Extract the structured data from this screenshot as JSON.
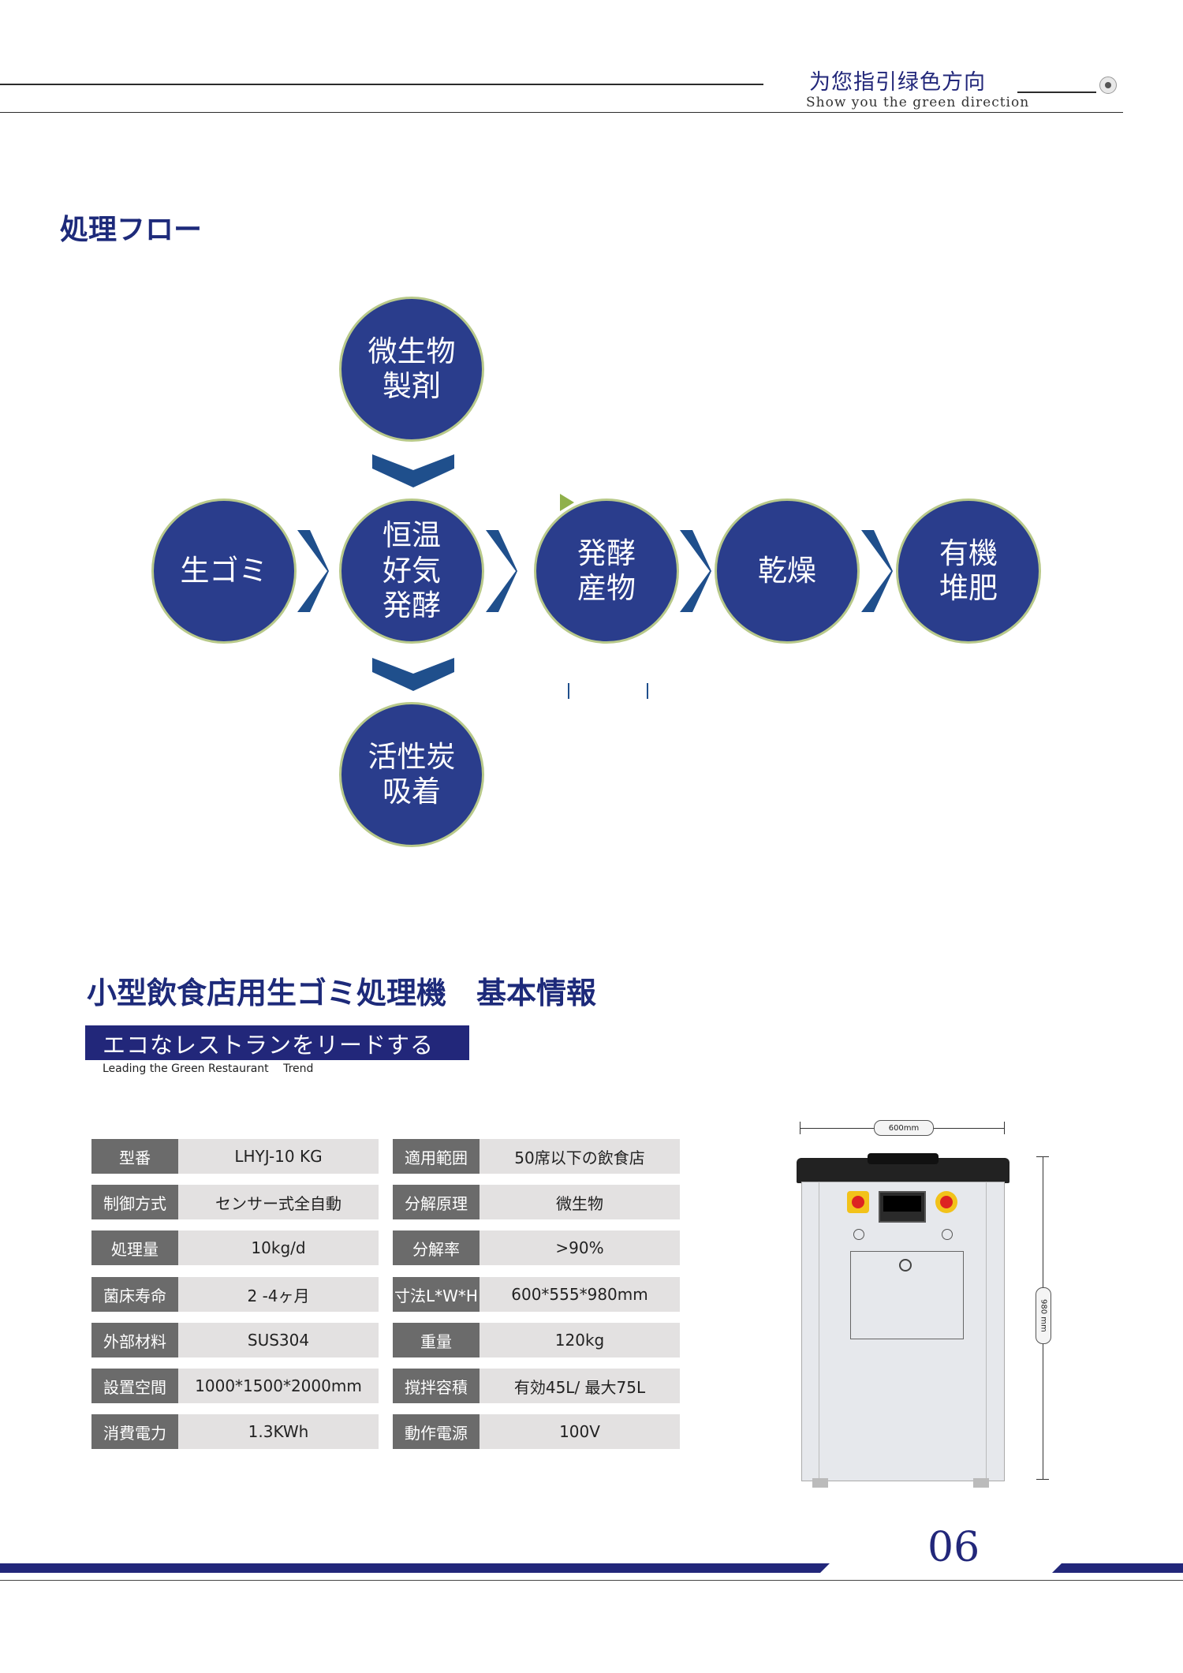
{
  "header": {
    "slogan_jp": "为您指引绿色方向",
    "slogan_en": "Show you the green direction"
  },
  "flow_section": {
    "title": "処理フロー",
    "nodes": {
      "microbe": "微生物\n製剤",
      "garbage": "生ゴミ",
      "fermentation": "恒温\n好気\n発酵",
      "product": "発酵\n産物",
      "drying": "乾燥",
      "compost": "有機\n堆肥",
      "charcoal": "活性炭\n吸着"
    }
  },
  "info_section": {
    "title": "小型飲食店用生ゴミ処理機　基本情報",
    "subtitle_jp": "エコなレストランをリードする",
    "subtitle_en": "Leading the Green Restaurant　 Trend",
    "spec_rows": [
      {
        "label1": "型番",
        "value1": "LHYJ-10 KG",
        "label2": "適用範囲",
        "value2": "50席以下の飲食店"
      },
      {
        "label1": "制御方式",
        "value1": "センサー式全自動",
        "label2": "分解原理",
        "value2": "微生物"
      },
      {
        "label1": "処理量",
        "value1": "10kg/d",
        "label2": "分解率",
        "value2": ">90%"
      },
      {
        "label1": "菌床寿命",
        "value1": "2 -4ヶ月",
        "label2": "寸法L*W*H",
        "value2": "600*555*980mm"
      },
      {
        "label1": "外部材料",
        "value1": "SUS304",
        "label2": "重量",
        "value2": "120kg"
      },
      {
        "label1": "設置空間",
        "value1": "1000*1500*2000mm",
        "label2": "撹拌容積",
        "value2": "有効45L/ 最大75L"
      },
      {
        "label1": "消費電力",
        "value1": "1.3KWh",
        "label2": "動作電源",
        "value2": "100V"
      }
    ],
    "machine": {
      "width_label": "600mm",
      "height_label": "980 mm"
    }
  },
  "footer": {
    "page_number": "06"
  },
  "colors": {
    "brand_navy": "#22277a",
    "circle_blue": "#2a3d8c",
    "chevron_blue": "#1f4f8c",
    "label_gray": "#6b6b6b",
    "value_gray": "#e3e1e1"
  }
}
